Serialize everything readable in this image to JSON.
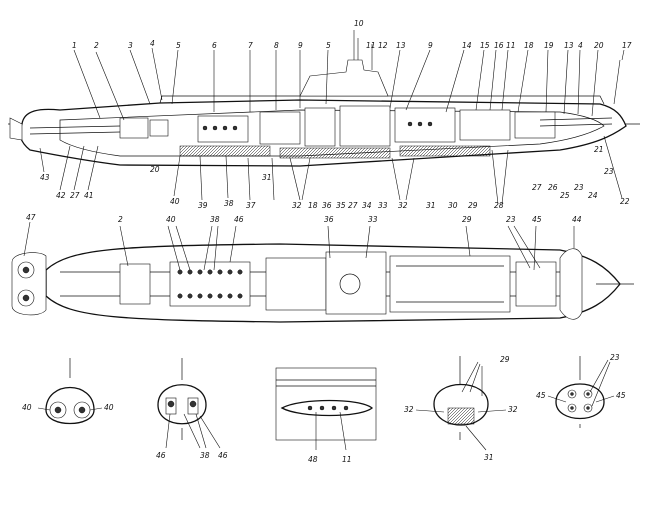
{
  "diagram": {
    "side_elevation": {
      "labels_top": [
        "1",
        "2",
        "3",
        "4",
        "5",
        "6",
        "7",
        "8",
        "9",
        "5",
        "10",
        "11",
        "12",
        "13",
        "9",
        "14",
        "15",
        "16",
        "11",
        "18",
        "19",
        "13",
        "4",
        "20",
        "17"
      ],
      "labels_bottom": [
        "43",
        "42",
        "27",
        "41",
        "20",
        "40",
        "39",
        "38",
        "37",
        "31",
        "32",
        "18",
        "36",
        "35",
        "27",
        "34",
        "33",
        "32",
        "31",
        "30",
        "29",
        "28",
        "27",
        "26",
        "25",
        "23",
        "24",
        "21",
        "22",
        "23"
      ]
    },
    "plan_view": {
      "labels": [
        "47",
        "2",
        "40",
        "38",
        "46",
        "36",
        "33",
        "29",
        "23",
        "45",
        "44"
      ]
    },
    "sections": [
      {
        "id": "section-stern",
        "labels": [
          "40",
          "40"
        ]
      },
      {
        "id": "section-aft-torpedo",
        "labels": [
          "46",
          "38",
          "46"
        ]
      },
      {
        "id": "section-conning",
        "labels": [
          "48",
          "11"
        ]
      },
      {
        "id": "section-midship",
        "labels": [
          "29",
          "32",
          "32",
          "31"
        ]
      },
      {
        "id": "section-bow",
        "labels": [
          "23",
          "45",
          "45"
        ]
      }
    ]
  }
}
